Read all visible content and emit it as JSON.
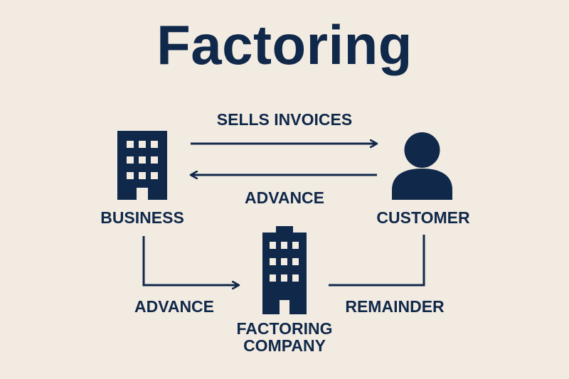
{
  "title": "Factoring",
  "nodes": {
    "business": {
      "label": "BUSINESS",
      "icon": "office-building-icon"
    },
    "customer": {
      "label": "CUSTOMER",
      "icon": "person-icon"
    },
    "factoring_company": {
      "label_line1": "FACTORING",
      "label_line2": "COMPANY",
      "icon": "office-building-icon"
    }
  },
  "edges": {
    "sells_invoices": {
      "label": "SELLS INVOICES",
      "from": "business",
      "to": "customer"
    },
    "advance_top": {
      "label": "ADVANCE",
      "from": "customer",
      "to": "business"
    },
    "advance_bottom": {
      "label": "ADVANCE",
      "from": "business",
      "to": "factoring_company"
    },
    "remainder": {
      "label": "REMAINDER",
      "from": "customer",
      "to": "factoring_company"
    }
  },
  "colors": {
    "background": "#f2ebe1",
    "ink": "#10284a"
  }
}
